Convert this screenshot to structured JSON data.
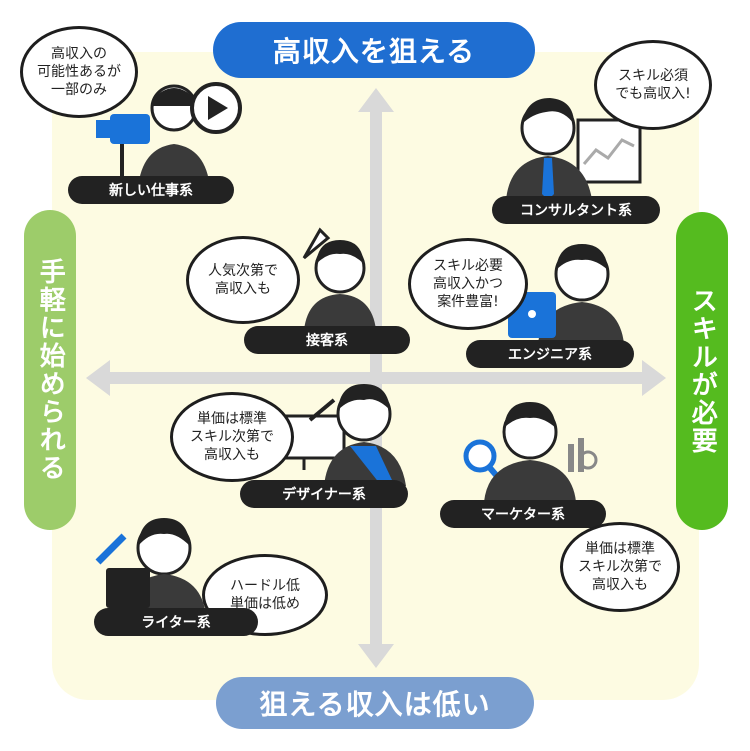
{
  "axes": {
    "top": "高収入を狙える",
    "bottom": "狙える収入は低い",
    "left": "手軽に始められる",
    "right": "スキルが必要"
  },
  "colors": {
    "top_pill": "#1f6ed1",
    "bottom_pill": "#7b9fd0",
    "left_pill": "#9dcc6a",
    "right_pill": "#55bb1f",
    "background": "#fdfbe2",
    "label_bg": "#222222",
    "accent_blue": "#1a73d9"
  },
  "jobs": [
    {
      "label": "新しい仕事系",
      "bubble": "高収入の\n可能性あるが\n一部のみ",
      "icon": "video-creator-icon"
    },
    {
      "label": "コンサルタント系",
      "bubble": "スキル必須\nでも高収入!",
      "icon": "consultant-icon"
    },
    {
      "label": "接客系",
      "bubble": "人気次第で\n高収入も",
      "icon": "service-staff-icon"
    },
    {
      "label": "エンジニア系",
      "bubble": "スキル必要\n高収入かつ\n案件豊富!",
      "icon": "engineer-icon"
    },
    {
      "label": "デザイナー系",
      "bubble": "単価は標準\nスキル次第で\n高収入も",
      "icon": "designer-icon"
    },
    {
      "label": "マーケター系",
      "bubble": "単価は標準\nスキル次第で\n高収入も",
      "icon": "marketer-icon"
    },
    {
      "label": "ライター系",
      "bubble": "ハードル低\n単価は低め",
      "icon": "writer-icon"
    }
  ]
}
